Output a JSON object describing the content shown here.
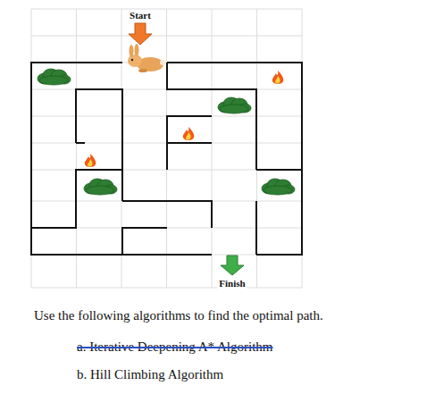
{
  "diagram": {
    "labels": [
      "Start",
      "Finish",
      "Use the following algorithms to find the optimal path.",
      "a. Iterative Deepening A* Algorithm",
      "b. Hill Climbing Algorithm"
    ]
  }
}
